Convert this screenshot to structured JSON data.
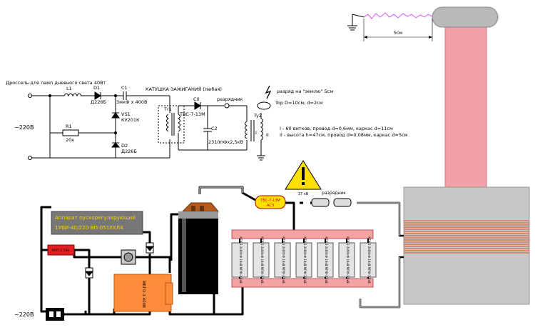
{
  "schematic": {
    "choke_label": "Дроссель для ламп дневного света 40Вт",
    "l1": "L1",
    "d1": "D1",
    "d1_type": "Д226Б",
    "c1": "C1",
    "c1_value": "3мкФ х 400В",
    "vs1": "VS1",
    "vs1_type": "КУ201К",
    "r1": "R1",
    "r1_value": "20к",
    "d2": "D2",
    "d2_type": "Д226Б",
    "mains": "~220В",
    "coil_label": "КАТУШКА ЗАЖИГАНИЯ (любая)",
    "tr1": "Тr1",
    "tr1_type": "ТВС-7-13М",
    "c0": "C0",
    "c2": "C2",
    "c2_value": "2310пФх2,5кВ",
    "gap": "разрядник",
    "ty2": "Ty2",
    "spark_label": "разряд на \"землю\" 5см",
    "top_label": "Top D=10см, d=2см",
    "winding1": "I - 60 витков, провод d=0,6мм, каркас d=11см",
    "winding2": "II - высота h=47см, провод d=0,08мм, каркас d=5см",
    "w_i": "I",
    "w_ii": "II"
  },
  "assembly": {
    "distance": "5см",
    "apparatus_line1": "Аппарат пускорегулирующий",
    "apparatus_line2": "1УБИ-40/220-ВП-051УХЛ4",
    "red_component": "МЛТ-2 20к",
    "ballast": "МБГО-1 400В",
    "trans_label": "ТВС-7-13М",
    "trans_sub": "АСЗ",
    "warning_text": "37 кВ",
    "gap": "разрядник",
    "cap_label": "КТК-3 2400пФ 10кВ МПФ-3 5кВ",
    "mains": "~220В"
  },
  "colors": {
    "tesla_column": "#f4a0a8",
    "tesla_top": "#b9b9b9",
    "tesla_base": "#c7c7c7",
    "winding": "#d9542a",
    "ballast": "#ff8c3a",
    "apparatus": "#777777",
    "apparatus_text": "#ffd400",
    "red_comp": "#e02020",
    "warning": "#ffe000",
    "flyback_body": "#000000",
    "flyback_top": "#b85a1c",
    "cap_bank_bar": "#f4a3a3",
    "spark": "#e060ff"
  }
}
